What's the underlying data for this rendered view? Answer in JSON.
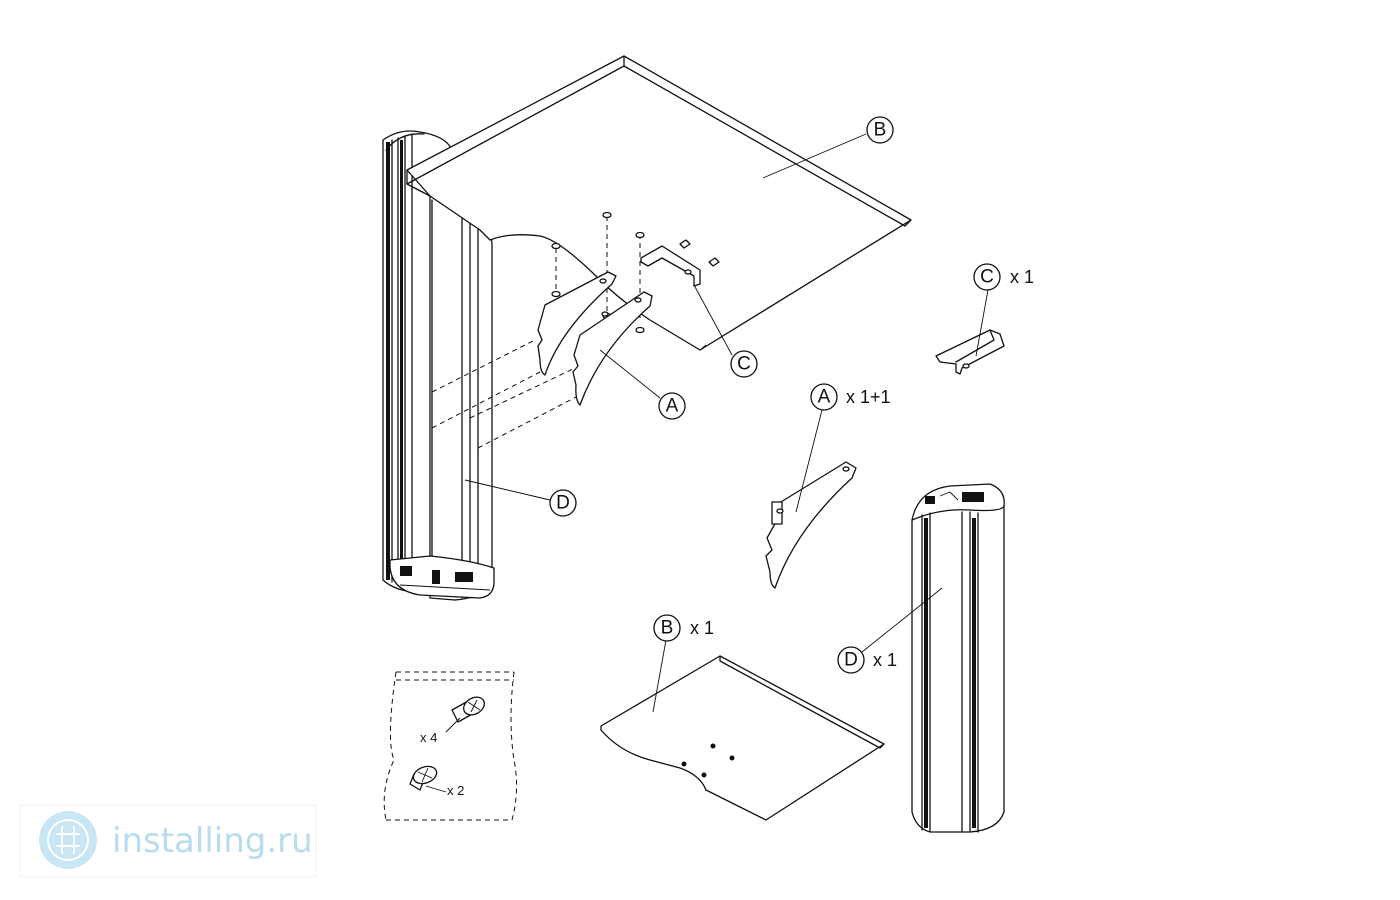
{
  "labels": {
    "b_top": "B",
    "c_top": "C",
    "a_top": "A",
    "d_left": "D",
    "c_kit": "C",
    "a_kit": "A",
    "b_kit": "B",
    "d_kit": "D"
  },
  "quantities": {
    "c_kit": "x 1",
    "a_kit": "x 1+1",
    "b_kit": "x 1",
    "d_kit": "x 1",
    "screw_long": "x 4",
    "screw_short": "x 2"
  },
  "watermark": {
    "text": "installing.ru"
  },
  "colors": {
    "line": "#111111",
    "watermark": "#b9dcef"
  }
}
